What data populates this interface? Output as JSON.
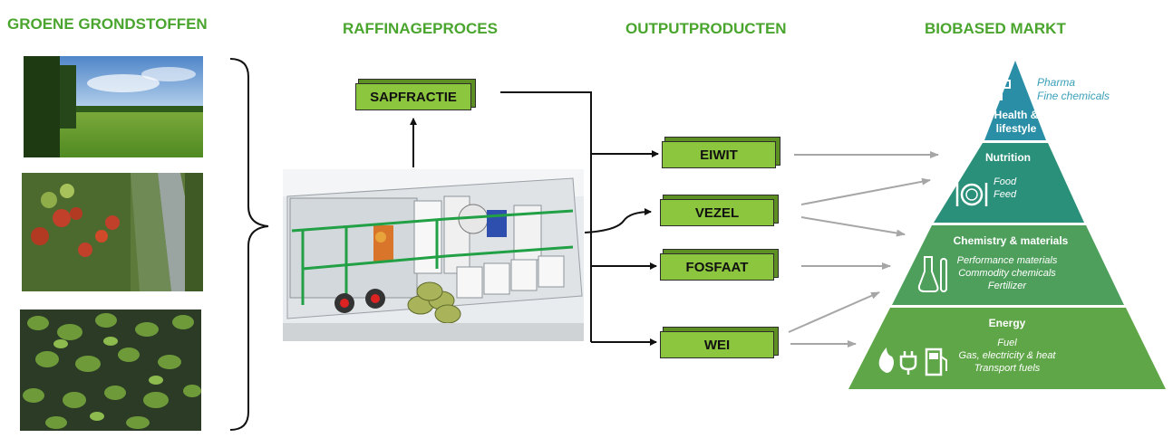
{
  "headings": {
    "grondstoffen": "GROENE GRONDSTOFFEN",
    "raffinage": "RAFFINAGEPROCES",
    "output": "OUTPUTPRODUCTEN",
    "markt": "BIOBASED MARKT"
  },
  "process": {
    "sapfractie": "SAPFRACTIE"
  },
  "outputs": {
    "eiwit": "EIWIT",
    "vezel": "VEZEL",
    "fosfaat": "FOSFAAT",
    "wei": "WEI"
  },
  "pyramid": {
    "pharma": {
      "line1": "Pharma",
      "line2": "Fine chemicals"
    },
    "health": {
      "line1": "Health &",
      "line2": "lifestyle"
    },
    "nutrition": {
      "title": "Nutrition",
      "line1": "Food",
      "line2": "Feed"
    },
    "chemistry": {
      "title": "Chemistry & materials",
      "line1": "Performance materials",
      "line2": "Commodity chemicals",
      "line3": "Fertilizer"
    },
    "energy": {
      "title": "Energy",
      "line1": "Fuel",
      "line2": "Gas, electricity & heat",
      "line3": "Transport fuels"
    }
  },
  "colors": {
    "heading_green": "#4aa52e",
    "box_green": "#8cc63f",
    "tier_health": "#2a8fa6",
    "tier_nutrition": "#2b9079",
    "tier_chemistry": "#4f9f5c",
    "tier_energy": "#5fa648"
  }
}
